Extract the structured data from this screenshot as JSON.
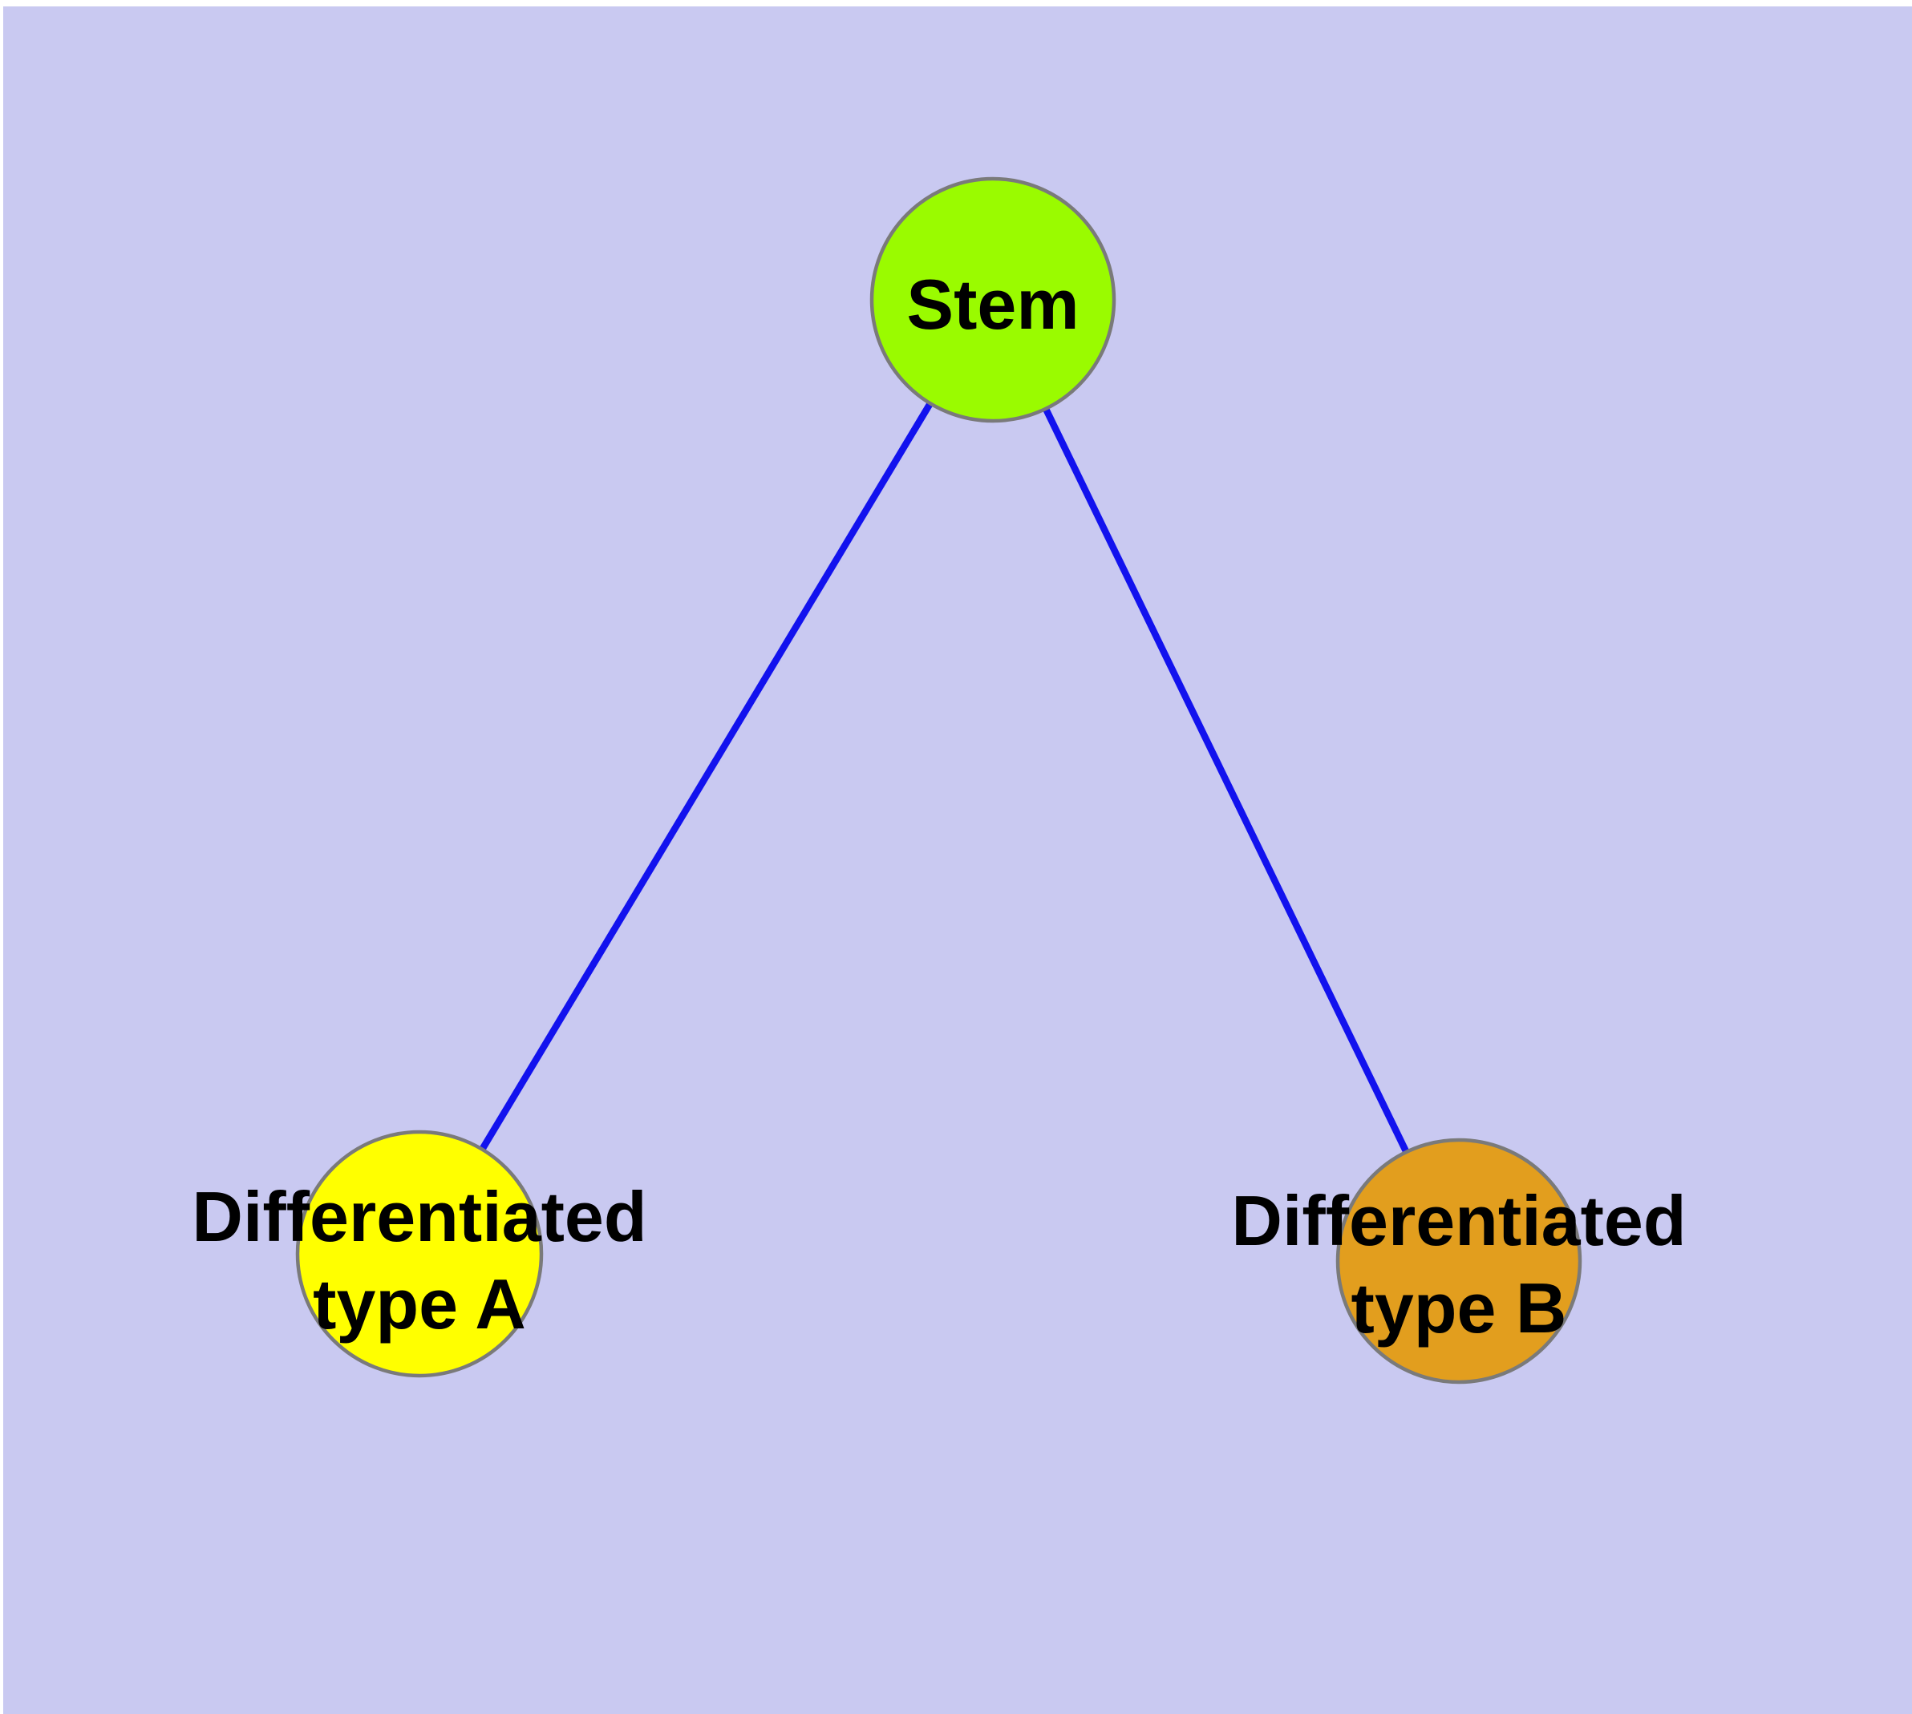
{
  "diagram": {
    "type": "node-link-graph",
    "background_color": "#c9c9f1",
    "page_margin_color": "#ffffff",
    "node_border_color": "#7a7a7a",
    "edge_color": "#1212ee",
    "label_color": "#000000",
    "nodes": {
      "stem": {
        "label": "Stem",
        "fill": "#9afb00"
      },
      "type_a": {
        "label_line1": "Differentiated",
        "label_line2": "type A",
        "fill": "#ffff00"
      },
      "type_b": {
        "label_line1": "Differentiated",
        "label_line2": "type B",
        "fill": "#e29e1e"
      }
    },
    "edges": [
      {
        "from": "Stem",
        "to": "Differentiated type A"
      },
      {
        "from": "Stem",
        "to": "Differentiated type B"
      }
    ]
  }
}
